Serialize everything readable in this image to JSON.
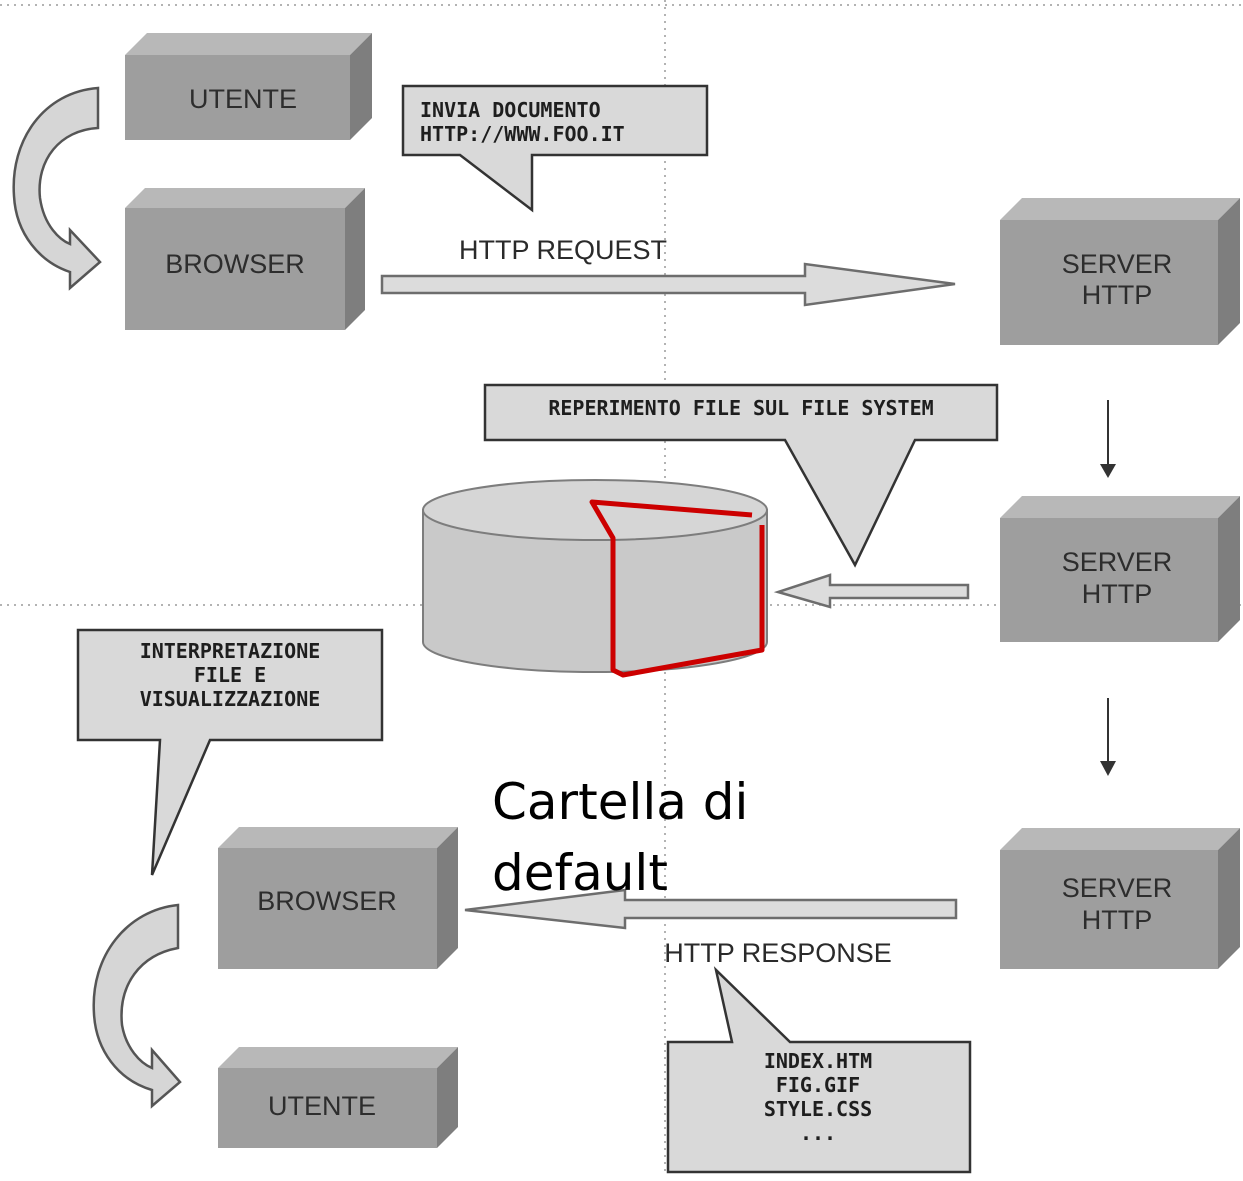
{
  "boxes": {
    "utente_top": "UTENTE",
    "browser_top": "BROWSER",
    "server_1": [
      "SERVER",
      "HTTP"
    ],
    "server_2": [
      "SERVER",
      "HTTP"
    ],
    "server_3": [
      "SERVER",
      "HTTP"
    ],
    "browser_bottom": "BROWSER",
    "utente_bottom": "UTENTE"
  },
  "callouts": {
    "invia": [
      "INVIA DOCUMENTO",
      "HTTP://WWW.FOO.IT"
    ],
    "reperimento": "REPERIMENTO FILE SUL FILE SYSTEM",
    "interpretazione": [
      "INTERPRETAZIONE",
      "FILE E",
      "VISUALIZZAZIONE"
    ],
    "files": [
      "INDEX.HTM",
      "FIG.GIF",
      "STYLE.CSS",
      "..."
    ]
  },
  "flows": {
    "request": "HTTP REQUEST",
    "response": "HTTP RESPONSE"
  },
  "annotation": [
    "Cartella di",
    "default"
  ],
  "colors": {
    "box": "#9e9e9e",
    "callout": "#d9d9d9",
    "highlight": "#cc0000"
  }
}
